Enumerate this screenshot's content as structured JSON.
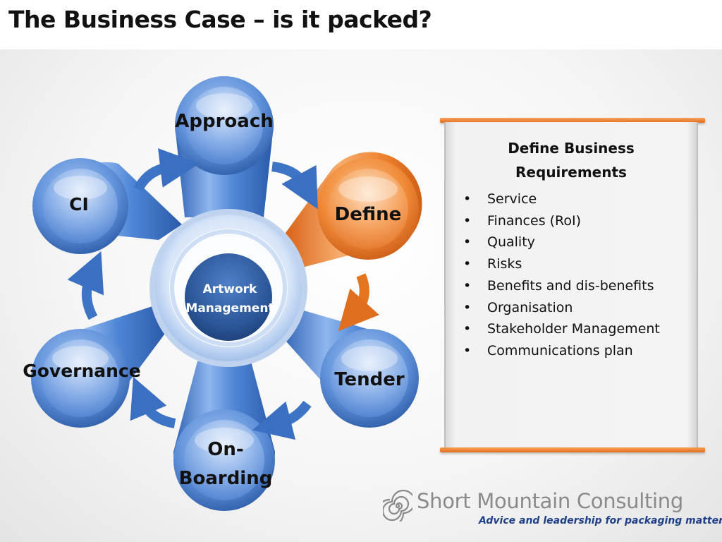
{
  "slide": {
    "title": "The Business Case – is it packed?"
  },
  "diagram": {
    "hub": {
      "line1": "Artwork",
      "line2": "Management"
    },
    "nodes": {
      "approach": "Approach",
      "define": "Define",
      "tender": "Tender",
      "onboarding_line1": "On-",
      "onboarding_line2": "Boarding",
      "governance": "Governance",
      "ci": "CI"
    },
    "highlighted_node": "Define",
    "colors": {
      "blue": "#4a7fd0",
      "blue_dark": "#2f5fae",
      "orange": "#ef7f2a",
      "hub_dark": "#2a5597"
    }
  },
  "panel": {
    "heading": "Define Business Requirements",
    "bullet_symbol": "•",
    "items": [
      "Service",
      "Finances (RoI)",
      "Quality",
      "Risks",
      "Benefits and dis-benefits",
      "Organisation",
      "Stakeholder Management",
      "Communications  plan"
    ],
    "accent_color": "#e56d1a"
  },
  "logo": {
    "icon": "spiral-icon",
    "name": "Short Mountain Consulting",
    "tagline": "Advice and leadership for packaging matters"
  }
}
